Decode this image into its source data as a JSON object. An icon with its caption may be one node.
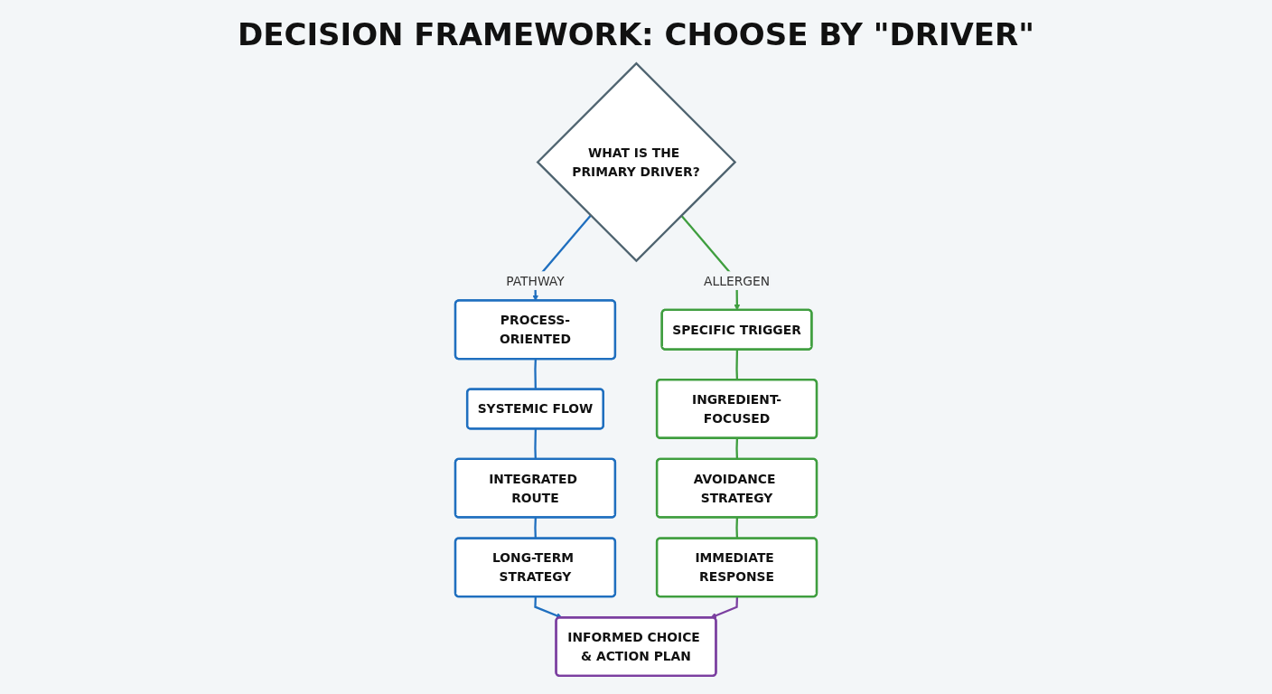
{
  "diagram": {
    "title": "DECISION FRAMEWORK: CHOOSE BY \"DRIVER\"",
    "nodes": [
      {
        "text": [
          "WHAT IS THE PRIMARY DRIVER?"
        ]
      },
      {
        "text": [
          "PROCESS-ORIENTED"
        ]
      },
      {
        "text": [
          "SYSTEMIC FLOW"
        ]
      },
      {
        "text": [
          "INTEGRATED ROUTE"
        ]
      },
      {
        "text": [
          "LONG-TERM STRATEGY"
        ]
      },
      {
        "text": [
          "SPECIFIC TRIGGER"
        ]
      },
      {
        "text": [
          "INGREDIENT-FOCUSED"
        ]
      },
      {
        "text": [
          "AVOIDANCE STRATEGY"
        ]
      },
      {
        "text": [
          "IMMEDIATE RESPONSE"
        ]
      },
      {
        "text": [
          "INFORMED CHOICE & ACTION PLAN"
        ]
      }
    ],
    "edges": [
      {
        "from": 0,
        "to": 1,
        "arrow": "to",
        "label": "PATHWAY",
        "color": "#1f6fbf"
      },
      {
        "from": 1,
        "to": 2,
        "arrow": "none",
        "color": "#1f6fbf"
      },
      {
        "from": 2,
        "to": 3,
        "arrow": "none",
        "color": "#1f6fbf"
      },
      {
        "from": 3,
        "to": 4,
        "arrow": "none",
        "color": "#1f6fbf"
      },
      {
        "from": 0,
        "to": 5,
        "arrow": "to",
        "label": "ALLERGEN",
        "color": "#3f9e3f"
      },
      {
        "from": 5,
        "to": 6,
        "arrow": "none",
        "color": "#3f9e3f"
      },
      {
        "from": 6,
        "to": 7,
        "arrow": "none",
        "color": "#3f9e3f"
      },
      {
        "from": 7,
        "to": 8,
        "arrow": "none",
        "color": "#3f9e3f"
      },
      {
        "from": 4,
        "to": 9,
        "arrow": "to",
        "color": "#1f6fbf"
      },
      {
        "from": 8,
        "to": 9,
        "arrow": "to",
        "color": "#7b3fa0"
      }
    ]
  }
}
